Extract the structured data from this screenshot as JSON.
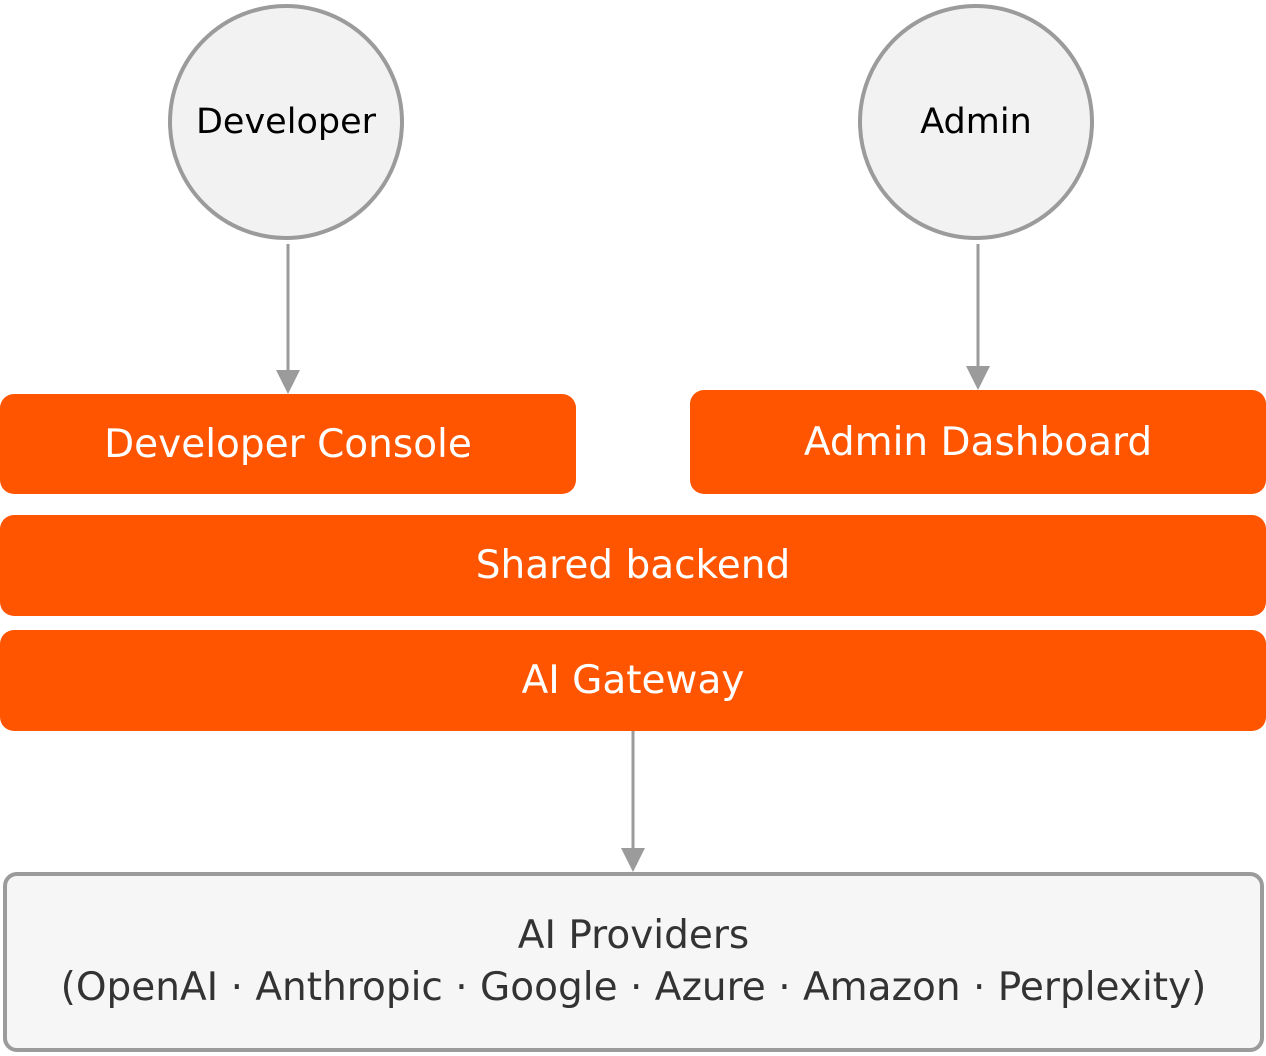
{
  "actors": {
    "developer": "Developer",
    "admin": "Admin"
  },
  "boxes": {
    "developer_console": "Developer Console",
    "admin_dashboard": "Admin Dashboard",
    "shared_backend": "Shared backend",
    "ai_gateway": "AI Gateway"
  },
  "providers": {
    "title": "AI Providers",
    "list": "(OpenAI · Anthropic · Google · Azure · Amazon · Perplexity)"
  },
  "colors": {
    "box_fill": "#ff5500",
    "box_text": "#ffffff",
    "actor_fill": "#f2f2f2",
    "outline": "#9b9b9b",
    "providers_fill": "#f6f6f6"
  }
}
